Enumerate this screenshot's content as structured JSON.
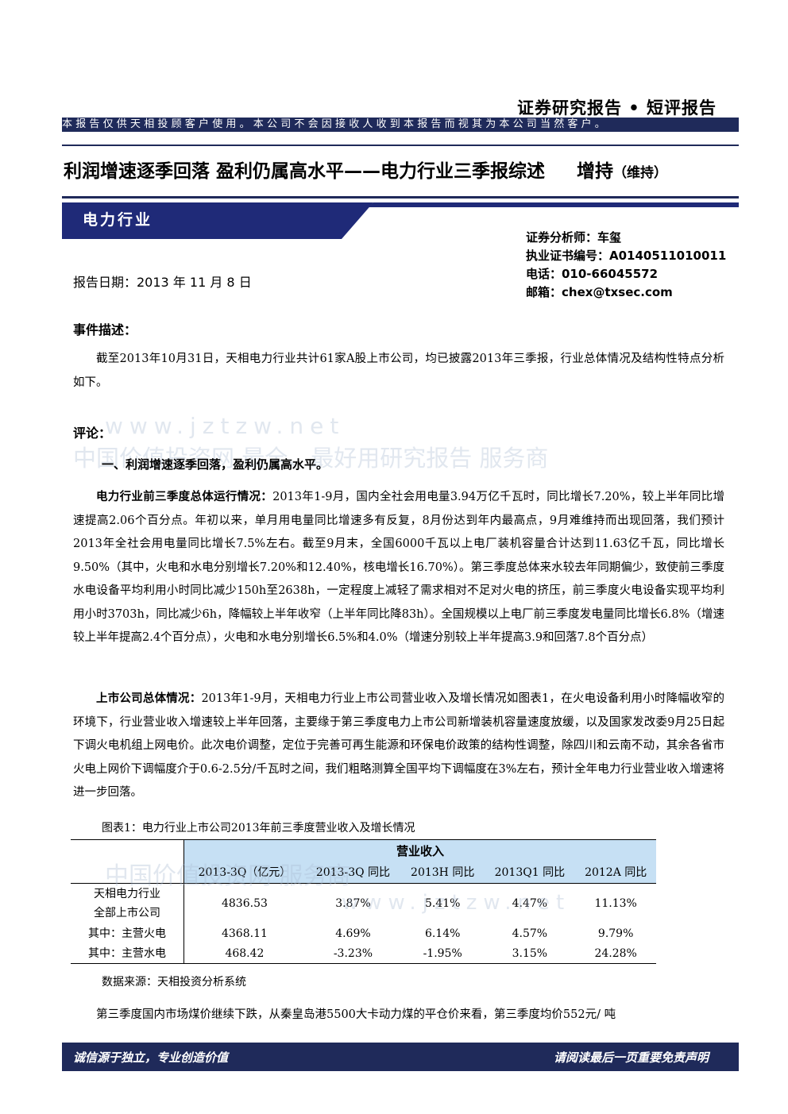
{
  "header": {
    "report_type": "证券研究报告 • 短评报告",
    "disclaimer": "本报告仅供天相投顾客户使用。本公司不会因接收人收到本报告而视其为本公司当然客户。"
  },
  "title": {
    "main": "利润增速逐季回落 盈利仍属高水平——电力行业三季报综述",
    "rating": "增持",
    "rating_note": "（维持）"
  },
  "industry": "电力行业",
  "analyst": {
    "name": "证券分析师：车玺",
    "license": "执业证书编号：A0140511010011",
    "phone": "电话：010-66045572",
    "email": "邮箱：chex@txsec.com"
  },
  "report_date": "报告日期：2013 年 11 月 8 日",
  "event": {
    "heading": "事件描述：",
    "text": "截至2013年10月31日，天相电力行业共计61家A股上市公司，均已披露2013年三季报，行业总体情况及结构性特点分析如下。"
  },
  "comment": {
    "heading": "评论：",
    "point1": "一、利润增速逐季回落，盈利仍属高水平。",
    "p1_lead": "电力行业前三季度总体运行情况：",
    "p1_text": "2013年1-9月，国内全社会用电量3.94万亿千瓦时，同比增长7.20%，较上半年同比增速提高2.06个百分点。年初以来，单月用电量同比增速多有反复，8月份达到年内最高点，9月难维持而出现回落，我们预计2013年全社会用电量同比增长7.5%左右。截至9月末，全国6000千瓦以上电厂装机容量合计达到11.63亿千瓦，同比增长9.50%（其中，火电和水电分别增长7.20%和12.40%，核电增长16.70%）。第三季度总体来水较去年同期偏少，致使前三季度水电设备平均利用小时同比减少150h至2638h，一定程度上减轻了需求相对不足对火电的挤压，前三季度火电设备实现平均利用小时3703h，同比减少6h，降幅较上半年收窄（上半年同比降83h）。全国规模以上电厂前三季度发电量同比增长6.8%（增速较上半年提高2.4个百分点），火电和水电分别增长6.5%和4.0%（增速分别较上半年提高3.9和回落7.8个百分点）",
    "p2_lead": "上市公司总体情况：",
    "p2_text": "2013年1-9月，天相电力行业上市公司营业收入及增长情况如图表1，在火电设备利用小时降幅收窄的环境下，行业营业收入增速较上半年回落，主要缘于第三季度电力上市公司新增装机容量速度放缓，以及国家发改委9月25日起下调火电机组上网电价。此次电价调整，定位于完善可再生能源和环保电价政策的结构性调整，除四川和云南不动，其余各省市火电上网价下调幅度介于0.6-2.5分/千瓦时之间，我们粗略测算全国平均下调幅度在3%左右，预计全年电力行业营业收入增速将进一步回落。"
  },
  "table": {
    "caption": "图表1：电力行业上市公司2013年前三季度营业收入及增长情况",
    "group_header": "营业收入",
    "columns": [
      "2013-3Q（亿元）",
      "2013-3Q 同比",
      "2013H 同比",
      "2013Q1 同比",
      "2012A 同比"
    ],
    "rows": [
      {
        "label": "天相电力行业全部上市公司",
        "label_l1": "天相电力行业",
        "label_l2": "全部上市公司",
        "values": [
          "4836.53",
          "3.87%",
          "5.41%",
          "4.47%",
          "11.13%"
        ]
      },
      {
        "label": "其中：主营火电",
        "values": [
          "4368.11",
          "4.69%",
          "6.14%",
          "4.57%",
          "9.79%"
        ]
      },
      {
        "label": "其中：主营水电",
        "values": [
          "468.42",
          "-3.23%",
          "-1.95%",
          "3.15%",
          "24.28%"
        ]
      }
    ],
    "source": "数据来源：天相投资分析系统"
  },
  "closing_text": "第三季度国内市场煤价继续下跌，从秦皇岛港5500大卡动力煤的平仓价来看，第三季度均价552元/ 吨",
  "footer": {
    "left": "诚信源于独立，专业创造价值",
    "right": "请阅读最后一页重要免责声明"
  },
  "watermark": {
    "line1": "www.jztzw.net",
    "line2": "中国价值投资网 最全、最好用研究报告 服务商",
    "line3": "中国价值投资网 服务商",
    "line4": "www.jztzw.net"
  },
  "colors": {
    "navy": "#1f2a5a",
    "band_blue": "#1f2a78",
    "table_header": "#c6e0f4"
  }
}
